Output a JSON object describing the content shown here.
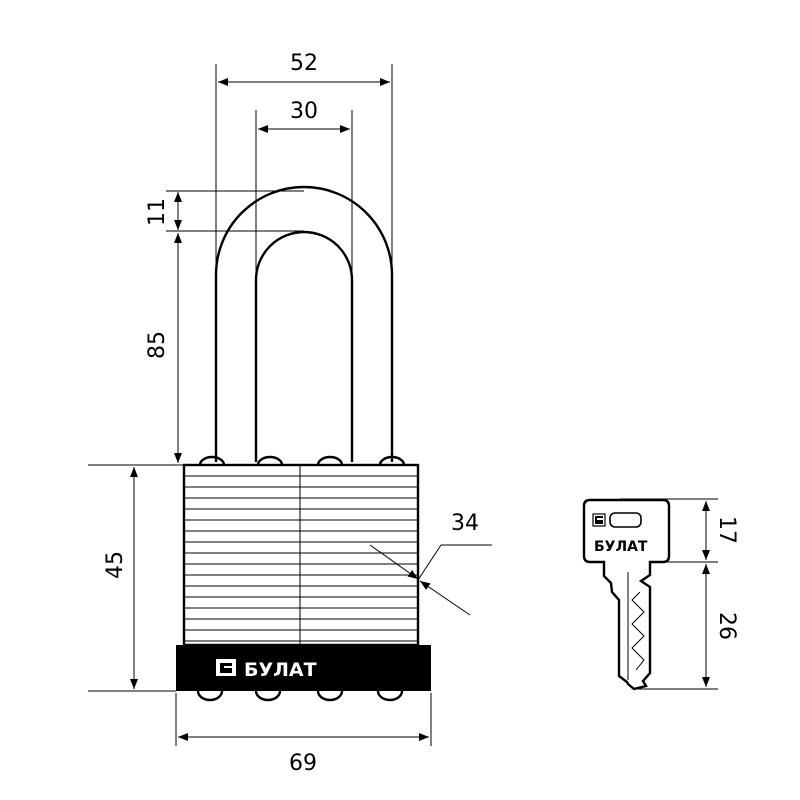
{
  "dimensions": {
    "shackle_outer_width": "52",
    "shackle_inner_width": "30",
    "shackle_thickness": "11",
    "shackle_clearance": "85",
    "body_height": "45",
    "body_thickness": "34",
    "body_width": "69",
    "key_head_height": "17",
    "key_blade_length": "26"
  },
  "brand": {
    "lock_label": "БУЛАТ",
    "key_label": "БУЛАТ",
    "logo_icon": "bulat-logo-icon"
  },
  "colors": {
    "ink": "#000000",
    "background": "#ffffff",
    "band": "#000000"
  }
}
